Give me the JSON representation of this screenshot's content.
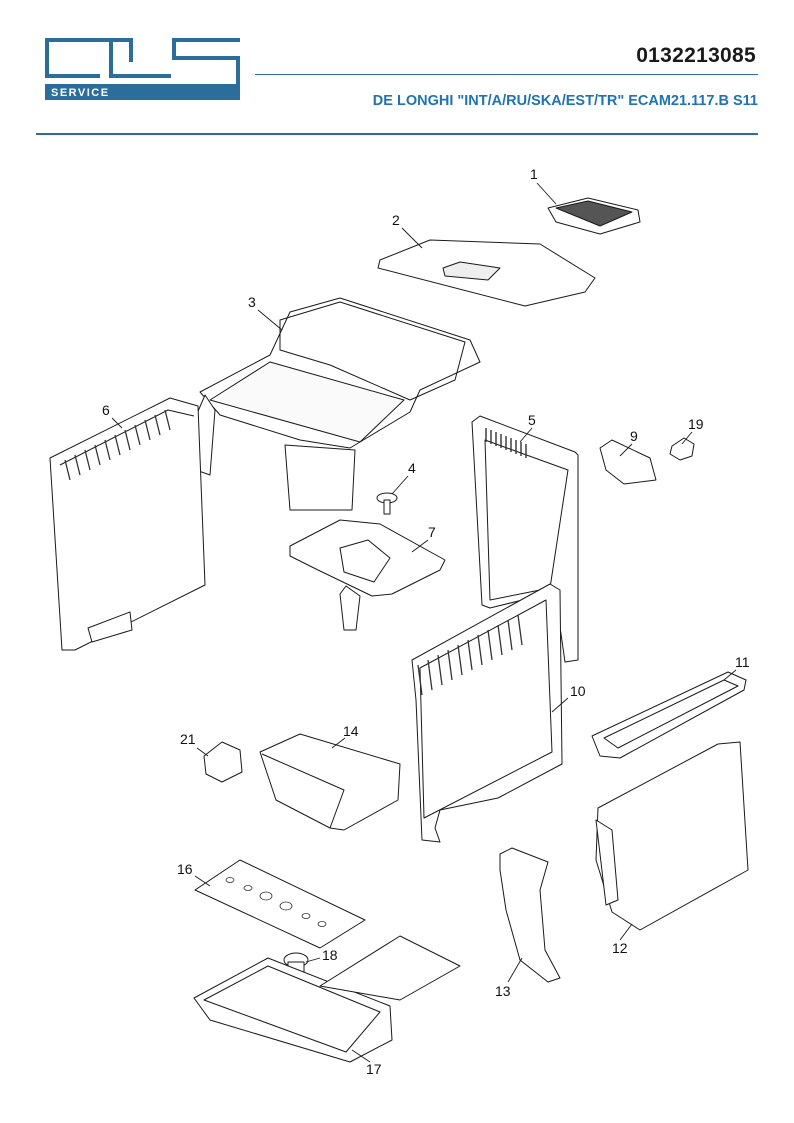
{
  "header": {
    "logo_text": "SERVICE",
    "part_number": "0132213085",
    "model": "DE LONGHI \"INT/A/RU/SKA/EST/TR\" ECAM21.117.B S11"
  },
  "colors": {
    "brand_blue": "#1f73b3",
    "rule_blue": "#2b6e9b"
  },
  "callouts": [
    "1",
    "2",
    "3",
    "4",
    "5",
    "6",
    "7",
    "9",
    "10",
    "11",
    "12",
    "13",
    "14",
    "16",
    "17",
    "18",
    "19",
    "21"
  ]
}
